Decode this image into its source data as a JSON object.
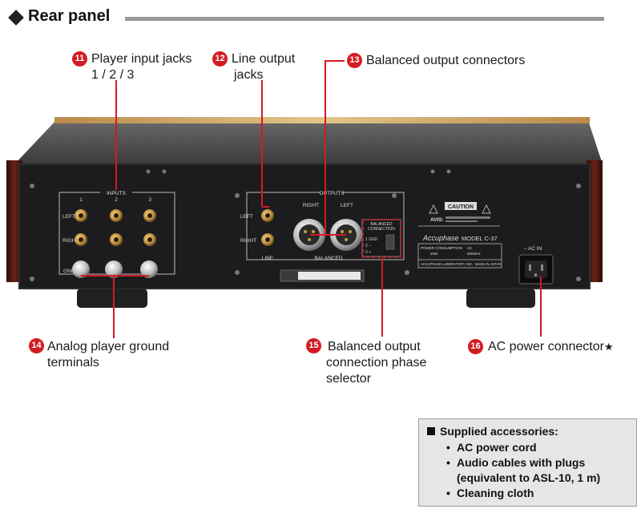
{
  "header": {
    "title": "Rear panel"
  },
  "callouts": [
    {
      "num": "11",
      "line1": "Player input jacks",
      "line2": "1 / 2 / 3"
    },
    {
      "num": "12",
      "line1": "Line output",
      "line2": "jacks"
    },
    {
      "num": "13",
      "line1": "Balanced output connectors",
      "line2": ""
    },
    {
      "num": "14",
      "line1": "Analog player ground",
      "line2": "terminals"
    },
    {
      "num": "15",
      "line1": "Balanced output",
      "line2": "connection phase",
      "line3": "selector"
    },
    {
      "num": "16",
      "line1": "AC power connector",
      "star": "★"
    }
  ],
  "panel": {
    "inputs": "INPUTS",
    "outputs": "OUTPUTS",
    "ch1": "1",
    "ch2": "2",
    "ch3": "3",
    "left": "LEFT",
    "right": "RIGHT",
    "gnd": "GND",
    "line": "LINE",
    "balanced": "BALANCED",
    "balanced_conn_1": "BALANCED",
    "balanced_conn_2": "CONNECTION",
    "caution": "CAUTION",
    "avis": "AVIS:",
    "brand": "Accuphase",
    "model": "MODEL C-37",
    "power_consumption": "POWER CONSUMPTION",
    "watts": "20W",
    "ac": "AC",
    "hz": "50/60Hz",
    "maker": "ACCUPHASE LABORATORY, INC.",
    "made_in": "MADE IN JAPAN",
    "ac_in": "~ AC IN"
  },
  "accessories": {
    "title": "Supplied accessories:",
    "items": [
      "AC power cord",
      "Audio cables with plugs",
      "(equivalent to ASL-10, 1 m)",
      "Cleaning cloth"
    ]
  },
  "colors": {
    "callout_red": "#d31b23",
    "panel_dark": "#1c1c1e",
    "gold": "#c9a055"
  }
}
